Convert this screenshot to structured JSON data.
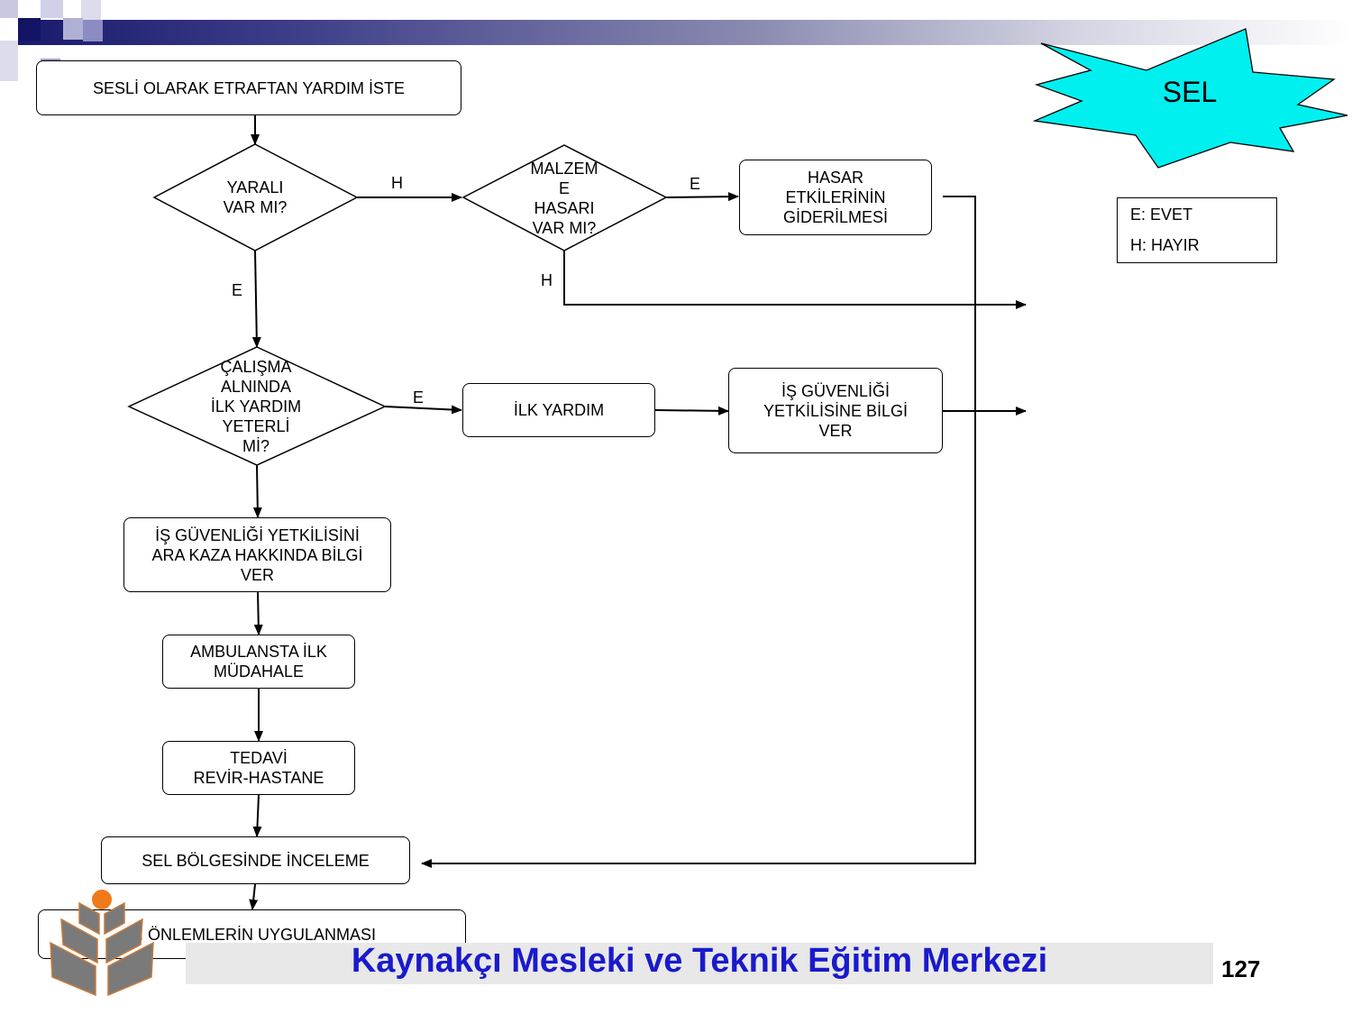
{
  "title_badge": "SEL",
  "legend": {
    "evet": "E: EVET",
    "hayir": "H: HAYIR"
  },
  "nodes": {
    "call_help": "SESLİ OLARAK ETRAFTAN YARDIM İSTE",
    "injured_q": "YARALI\nVAR MI?",
    "damage_q": "MALZEM\nE\nHASARI\nVAR MI?",
    "repair": "HASAR\nETKİLERİNİN\nGİDERİLMESİ",
    "first_aid_q": "ÇALIŞMA\nALNINDA\nİLK YARDIM\nYETERLİ\nMİ?",
    "first_aid": "İLK YARDIM",
    "inform_safety": "İŞ GÜVENLİĞİ\nYETKİLİSİNE BİLGİ\nVER",
    "call_safety": "İŞ GÜVENLİĞİ YETKİLİSİNİ\nARA KAZA HAKKINDA BİLGİ\nVER",
    "ambulance": "AMBULANSTA İLK\nMÜDAHALE",
    "treatment": "TEDAVİ\nREVİR-HASTANE",
    "inspection": "SEL BÖLGESİNDE İNCELEME",
    "measures": "ŞI ÖNLEMLERİN UYGULANMASI"
  },
  "edge_labels": {
    "h1": "H",
    "e1": "E",
    "e2": "E",
    "h2": "H",
    "e3": "E"
  },
  "footer": {
    "title": "Kaynakçı Mesleki ve Teknik Eğitim Merkezi",
    "page": "127"
  },
  "colors": {
    "badge_fill": "#00f0f0",
    "footer_text": "#1a1acc",
    "logo_orange": "#f07a1a",
    "logo_gray": "#7a7a7a"
  }
}
